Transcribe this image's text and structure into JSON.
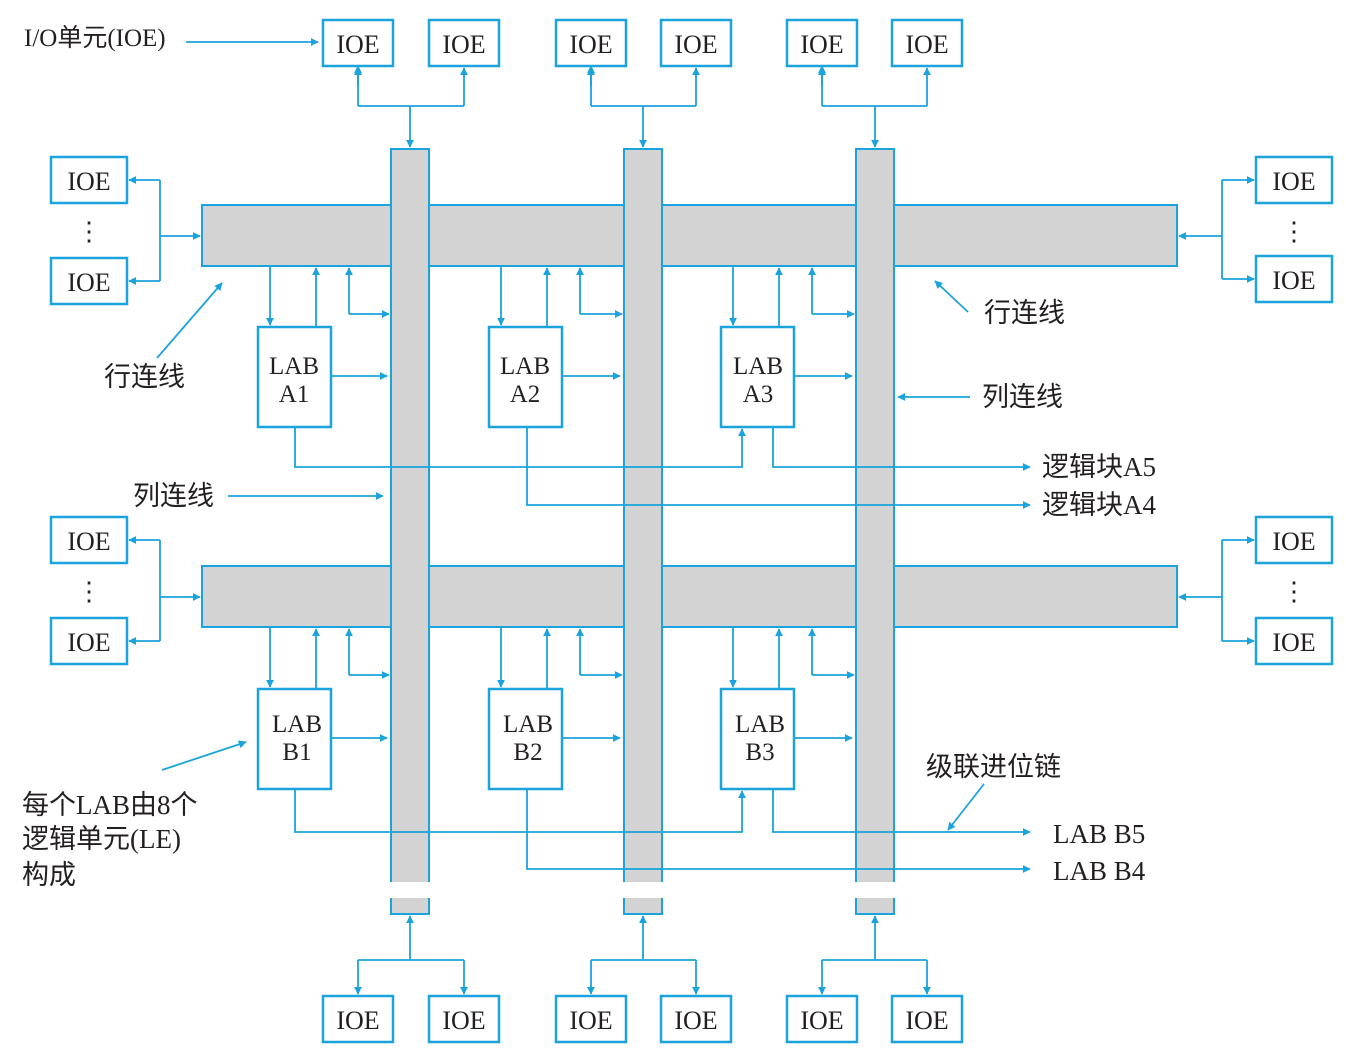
{
  "colors": {
    "accent": "#1aa3dc",
    "bar_fill": "#d3d3d3",
    "text": "#231f20",
    "background": "#ffffff"
  },
  "ioe_label": "IOE",
  "vertical_ellipsis": "⋮",
  "labels": {
    "io_unit": "I/O单元(IOE)",
    "row_line_left": "行连线",
    "row_line_right": "行连线",
    "col_line_mid": "列连线",
    "col_line_right": "列连线",
    "block_a5": "逻辑块A5",
    "block_a4": "逻辑块A4",
    "cascade_chain": "级联进位链",
    "lab_b5": "LAB B5",
    "lab_b4": "LAB B4",
    "lab_desc": [
      "每个LAB由8个",
      "逻辑单元(LE)",
      "构成"
    ]
  },
  "labs": [
    {
      "line1": "LAB",
      "line2": "A1"
    },
    {
      "line1": "LAB",
      "line2": "A2"
    },
    {
      "line1": "LAB",
      "line2": "A3"
    },
    {
      "line1": "LAB",
      "line2": "B1"
    },
    {
      "line1": "LAB",
      "line2": "B2"
    },
    {
      "line1": "LAB",
      "line2": "B3"
    }
  ]
}
